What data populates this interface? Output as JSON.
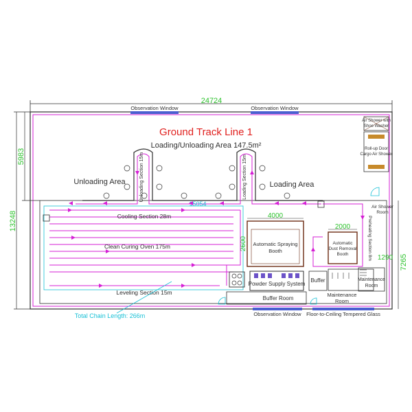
{
  "title": "Ground Track Line 1",
  "loading_area": "Loading/Unloading Area 147.5m²",
  "dimensions": {
    "total_length": "24724",
    "total_width": "13248",
    "upper_width": "5983",
    "right_lower": "7265",
    "track_length": "15054",
    "spray_booth_width": "4000",
    "spray_booth_depth": "2600",
    "dust_booth_width": "2000",
    "right_gap": "1290"
  },
  "labels": {
    "obs_window_top_left": "Observation Window",
    "obs_window_top_right": "Observation Window",
    "obs_window_bottom": "Observation Window",
    "tempered_glass": "Floor-to-Ceiling Tempered Glass",
    "unloading_area": "Unloading Area",
    "loading_area_label": "Loading Area",
    "unloading_section": "Unloading Section 15m",
    "loading_section": "Loading Section 15m",
    "cooling_section": "Cooling Section 28m",
    "curing_oven": "Clean Curing Oven 175m",
    "leveling_section": "Leveling Section 15m",
    "total_chain": "Total Chain Length: 266m",
    "spray_booth_l1": "Automatic Spraying",
    "spray_booth_l2": "Booth",
    "dust_booth_l1": "Automatic",
    "dust_booth_l2": "Dust Removal",
    "dust_booth_l3": "Booth",
    "powder_supply": "Powder Supply System",
    "buffer": "Buffer",
    "buffer_room": "Buffer Room",
    "maintenance_room_1_l1": "Maintenance",
    "maintenance_room_1_l2": "Room",
    "maintenance_room_2_l1": "Maintenance",
    "maintenance_room_2_l2": "Room",
    "air_shower_washer_l1": "Air Shower with",
    "air_shower_washer_l2": "Shoe Washer",
    "rollup_door_l1": "Roll-up Door",
    "rollup_door_l2": "Cargo Air Shower",
    "air_shower_room_l1": "Air Shower",
    "air_shower_room_l2": "Room",
    "preheating_section": "Preheating Section 8m"
  },
  "colors": {
    "wall": "#d51fd5",
    "structure": "#2e2e2e",
    "dimension": "#2ec22e",
    "annotation": "#17c0d6",
    "title": "#e0201e",
    "equipment": "#6b2a12",
    "window": "#4a5fd0"
  }
}
